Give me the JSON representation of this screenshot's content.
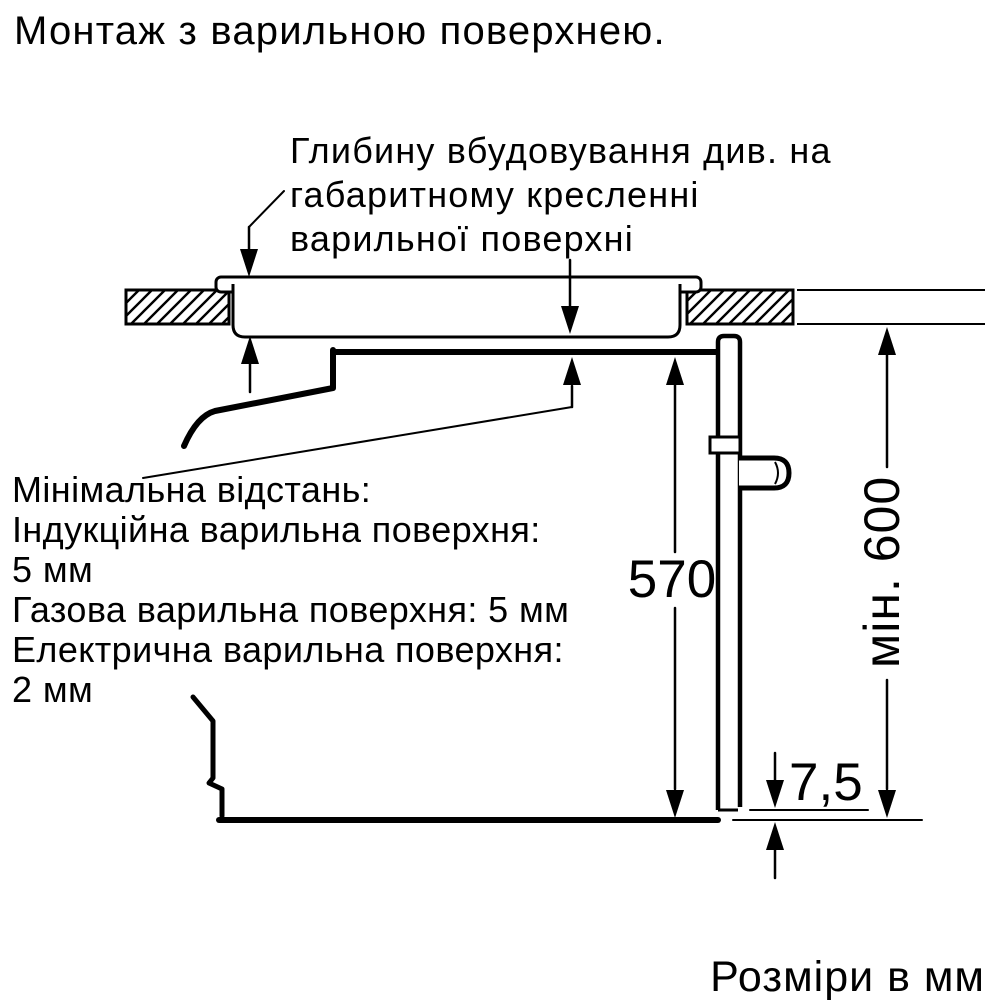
{
  "page": {
    "title": "Монтаж з варильною поверхнею.",
    "footer_note": "Розміри в мм"
  },
  "notes": {
    "embed_depth": {
      "line1": "Глибину вбудовування див. на",
      "line2": "габаритному кресленні",
      "line3": "варильної поверхні"
    },
    "min_distance": {
      "line1": "Мінімальна відстань:",
      "line2": "Індукційна варильна поверхня:",
      "line3": "5 мм",
      "line4": "Газова варильна поверхня: 5 мм",
      "line5": "Електрична варильна поверхня:",
      "line6": "2 мм"
    }
  },
  "dimensions": {
    "oven_height_mm": "570",
    "min_clearance_mm": "мін. 600",
    "bottom_gap_mm": "7,5"
  },
  "colors": {
    "ink": "#000000",
    "paper": "#ffffff"
  }
}
